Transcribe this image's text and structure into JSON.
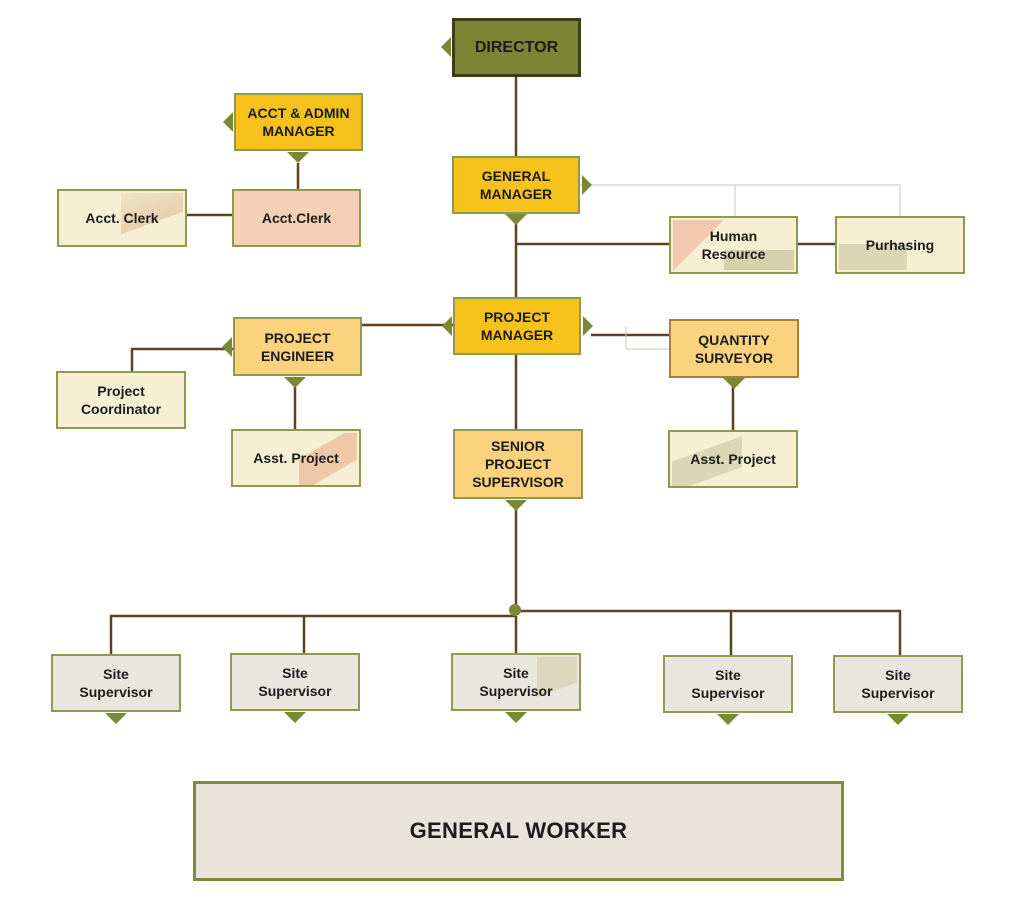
{
  "director": "DIRECTOR",
  "general_manager": "GENERAL MANAGER",
  "acct_admin_manager": "ACCT & ADMIN MANAGER",
  "acct_clerk_left": "Acct. Clerk",
  "acct_clerk_right": "Acct.Clerk",
  "human_resource": "Human Resource",
  "purchasing": "Purhasing",
  "project_manager": "PROJECT MANAGER",
  "project_engineer": "PROJECT ENGINEER",
  "project_coordinator": "Project Coordinator",
  "asst_project_left": "Asst. Project",
  "quantity_surveyor": "QUANTITY SURVEYOR",
  "asst_project_right": "Asst. Project",
  "senior_project_supervisor": "SENIOR PROJECT SUPERVISOR",
  "site_supervisors": [
    "Site Supervisor",
    "Site Supervisor",
    "Site Supervisor",
    "Site Supervisor",
    "Site Supervisor"
  ],
  "general_worker": "GENERAL WORKER",
  "colors": {
    "director": "#7b8534",
    "manager_yellow": "#f8c21c",
    "light_orange": "#fbd27d",
    "cream": "#f7efd4",
    "gray": "#e9e6dd",
    "peach": "#f6cfb7",
    "border_olive": "#8f9a4f",
    "line_brown": "#5b4426"
  },
  "icons": [
    "triangle-down-icon",
    "triangle-left-icon",
    "triangle-right-icon"
  ]
}
